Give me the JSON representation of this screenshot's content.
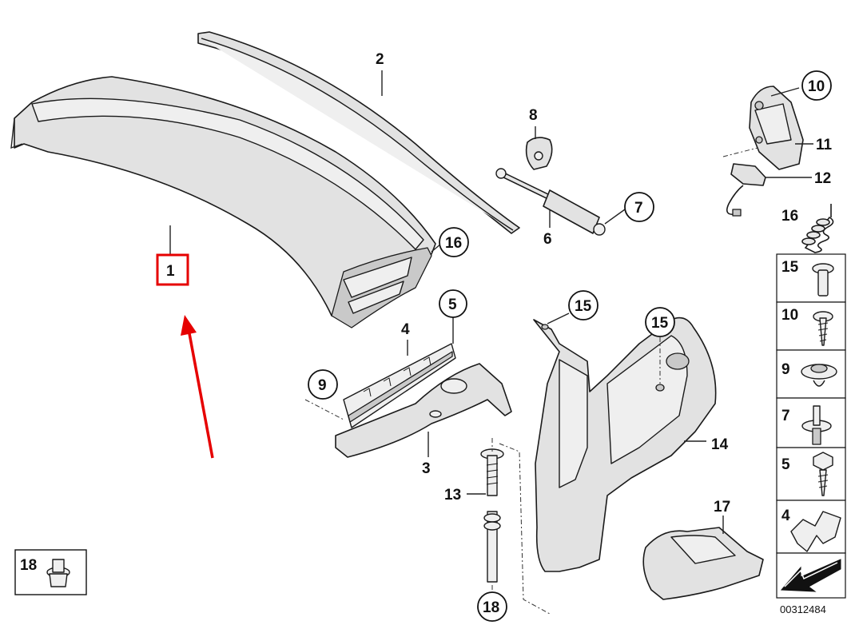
{
  "diagram": {
    "doc_number": "00312484",
    "highlight_color": "#e60000",
    "callouts": {
      "c1": "1",
      "c2": "2",
      "c3": "3",
      "c4": "4",
      "c5": "5",
      "c6": "6",
      "c7": "7",
      "c8": "8",
      "c9": "9",
      "c10": "10",
      "c11": "11",
      "c12": "12",
      "c13": "13",
      "c14": "14",
      "c15a": "15",
      "c15b": "15",
      "c16a": "16",
      "c16b": "16",
      "c17": "17",
      "c18a": "18",
      "c18b": "18"
    },
    "legend": [
      "15",
      "10",
      "9",
      "7",
      "5",
      "4"
    ]
  }
}
